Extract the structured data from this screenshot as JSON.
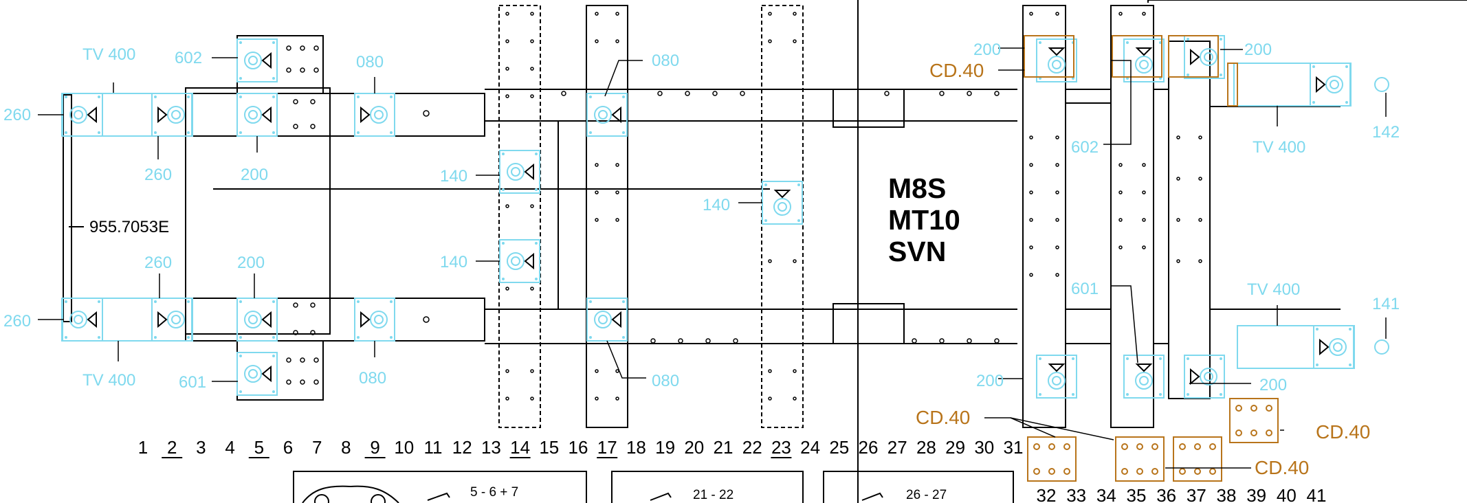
{
  "colors": {
    "cyan": "#7fd9ee",
    "brown": "#b8741a",
    "black": "#000000"
  },
  "model": {
    "line1": "M8S",
    "line2": "MT10",
    "line3": "SVN"
  },
  "part_label": "955.7053E",
  "callouts": {
    "tv400": "TV 400",
    "l260": "260",
    "l200": "200",
    "l080": "080",
    "l140": "140",
    "l602": "602",
    "l601": "601",
    "l142": "142",
    "l141": "141",
    "cd40": "CD.40"
  },
  "axis_numbers": [
    "1",
    "2",
    "3",
    "4",
    "5",
    "6",
    "7",
    "8",
    "9",
    "10",
    "11",
    "12",
    "13",
    "14",
    "15",
    "16",
    "17",
    "18",
    "19",
    "20",
    "21",
    "22",
    "23",
    "24",
    "25",
    "26",
    "27",
    "28",
    "29",
    "30",
    "31"
  ],
  "axis_underlined": [
    "2",
    "5",
    "9",
    "14",
    "17",
    "23"
  ],
  "axis_numbers_right": [
    "32",
    "33",
    "34",
    "35",
    "36",
    "37",
    "38",
    "39",
    "40",
    "41"
  ],
  "legend_boxes": [
    "5 - 6 + 7",
    "21 - 22",
    "26 - 27"
  ]
}
